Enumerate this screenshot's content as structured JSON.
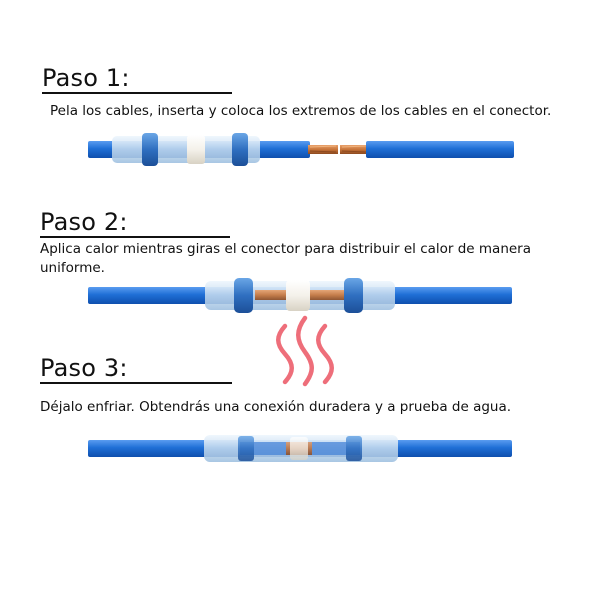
{
  "steps": [
    {
      "title": "Paso 1:",
      "description": "Pela los cables, inserta y coloca los extremos de los cables en el conector."
    },
    {
      "title": "Paso 2:",
      "description": "Aplica calor mientras giras el conector para distribuir el calor de manera uniforme."
    },
    {
      "title": "Paso 3:",
      "description": "Déjalo enfriar. Obtendrás una conexión duradera y a prueba de agua."
    }
  ],
  "colors": {
    "cable": "#1f6fd6",
    "cable_dark": "#0f4fae",
    "cable_light": "#5a9cf0",
    "copper": "#c8753a",
    "connector": "#d8e8f5",
    "connector_ring": "#2f6fc0",
    "solder": "#f4f1ea",
    "heat": "#ee6e7a"
  }
}
